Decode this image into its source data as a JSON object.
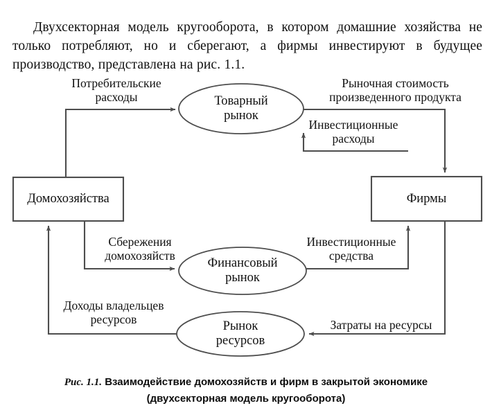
{
  "intro": {
    "paragraph": "Двухсекторная модель кругооборота, в котором домашние хозяйства не только потребляют, но и сберегают, а фирмы инвестируют в будущее производство, представлена на рис. 1.1."
  },
  "diagram": {
    "type": "circular-flow-diagram",
    "line_color": "#4d4d4d",
    "text_color": "#111111",
    "nodes": [
      {
        "id": "households",
        "shape": "rect",
        "label_line1": "Домохозяйства",
        "label_line2": ""
      },
      {
        "id": "firms",
        "shape": "rect",
        "label_line1": "Фирмы",
        "label_line2": ""
      },
      {
        "id": "goods_market",
        "shape": "ellipse",
        "label_line1": "Товарный",
        "label_line2": "рынок"
      },
      {
        "id": "financial_market",
        "shape": "ellipse",
        "label_line1": "Финансовый",
        "label_line2": "рынок"
      },
      {
        "id": "resource_market",
        "shape": "ellipse",
        "label_line1": "Рынок",
        "label_line2": "ресурсов"
      }
    ],
    "edges": [
      {
        "id": "consumer_spending",
        "from": "households",
        "to": "goods_market",
        "label_line1": "Потребительские",
        "label_line2": "расходы"
      },
      {
        "id": "market_value",
        "from": "goods_market",
        "to": "firms",
        "label_line1": "Рыночная стоимость",
        "label_line2": "произведенного продукта"
      },
      {
        "id": "investment_spending",
        "from": "firms",
        "to": "goods_market",
        "label_line1": "Инвестиционные",
        "label_line2": "расходы"
      },
      {
        "id": "household_savings",
        "from": "households",
        "to": "financial_market",
        "label_line1": "Сбережения",
        "label_line2": "домохозяйств"
      },
      {
        "id": "investment_funds",
        "from": "financial_market",
        "to": "firms",
        "label_line1": "Инвестиционные",
        "label_line2": "средства"
      },
      {
        "id": "resource_income",
        "from": "resource_market",
        "to": "households",
        "label_line1": "Доходы владельцев",
        "label_line2": "ресурсов"
      },
      {
        "id": "resource_costs",
        "from": "firms",
        "to": "resource_market",
        "label_line1": "Затраты на ресурсы",
        "label_line2": ""
      }
    ]
  },
  "caption": {
    "number": "Рис. 1.1.",
    "line1": "Взаимодействие домохозяйств и фирм в закрытой экономике",
    "line2": "(двухсекторная модель кругооборота)"
  }
}
